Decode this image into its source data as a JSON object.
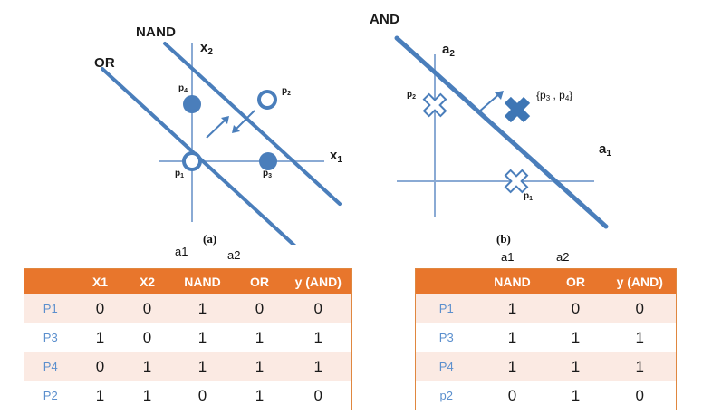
{
  "colors": {
    "blue": "#4A7EBB",
    "axis_blue": "#8AAAD4",
    "header_orange": "#E8762C",
    "row_alt": "#FBEAE3",
    "row_header_text": "#5B8FCD",
    "border": "#E0873F"
  },
  "diagram_a": {
    "caption": "(a)",
    "gate_labels": [
      {
        "name": "nand-line-label",
        "text": "NAND"
      },
      {
        "name": "or-line-label",
        "text": "OR"
      }
    ],
    "axes": [
      {
        "name": "x-axis-label",
        "base": "x",
        "sub": "1"
      },
      {
        "name": "y-axis-label",
        "base": "x",
        "sub": "2"
      }
    ],
    "points": [
      {
        "id": "p1",
        "base": "p",
        "sub": "1",
        "marker": "open-circle",
        "x": 0,
        "y": 0
      },
      {
        "id": "p2",
        "base": "p",
        "sub": "2",
        "marker": "open-circle",
        "x": 1,
        "y": 1
      },
      {
        "id": "p3",
        "base": "p",
        "sub": "3",
        "marker": "filled-circle",
        "x": 1,
        "y": 0
      },
      {
        "id": "p4",
        "base": "p",
        "sub": "4",
        "marker": "filled-circle",
        "x": 0,
        "y": 1
      }
    ]
  },
  "diagram_b": {
    "caption": "(b)",
    "gate_labels": [
      {
        "name": "and-line-label",
        "text": "AND"
      }
    ],
    "axes": [
      {
        "name": "x-axis-label",
        "base": "a",
        "sub": "1"
      },
      {
        "name": "y-axis-label",
        "base": "a",
        "sub": "2"
      }
    ],
    "points": [
      {
        "id": "p1",
        "base": "p",
        "sub": "1",
        "marker": "open-cross"
      },
      {
        "id": "p2",
        "base": "p",
        "sub": "2",
        "marker": "open-cross"
      },
      {
        "id": "p34",
        "text": "{p₃ , p₄}",
        "marker": "filled-cross"
      }
    ],
    "set_label": {
      "open": "{p",
      "s1": "3",
      "mid": " , p",
      "s2": "4",
      "close": "}"
    }
  },
  "table_a": {
    "column_tags": [
      {
        "name": "col-tag-a1",
        "text": "a1"
      },
      {
        "name": "col-tag-a2",
        "text": "a2"
      }
    ],
    "headers": [
      "",
      "X1",
      "X2",
      "NAND",
      "OR",
      "y (AND)"
    ],
    "rows": [
      {
        "label": "P1",
        "values": [
          "0",
          "0",
          "1",
          "0",
          "0"
        ]
      },
      {
        "label": "P3",
        "values": [
          "1",
          "0",
          "1",
          "1",
          "1"
        ]
      },
      {
        "label": "P4",
        "values": [
          "0",
          "1",
          "1",
          "1",
          "1"
        ]
      },
      {
        "label": "P2",
        "values": [
          "1",
          "1",
          "0",
          "1",
          "0"
        ]
      }
    ]
  },
  "table_b": {
    "column_tags": [
      {
        "name": "col-tag-a1",
        "text": "a1"
      },
      {
        "name": "col-tag-a2",
        "text": "a2"
      }
    ],
    "headers": [
      "",
      "NAND",
      "OR",
      "y (AND)"
    ],
    "rows": [
      {
        "label": "P1",
        "values": [
          "1",
          "0",
          "0"
        ]
      },
      {
        "label": "P3",
        "values": [
          "1",
          "1",
          "1"
        ]
      },
      {
        "label": "P4",
        "values": [
          "1",
          "1",
          "1"
        ]
      },
      {
        "label": "p2",
        "values": [
          "0",
          "1",
          "0"
        ]
      }
    ]
  }
}
